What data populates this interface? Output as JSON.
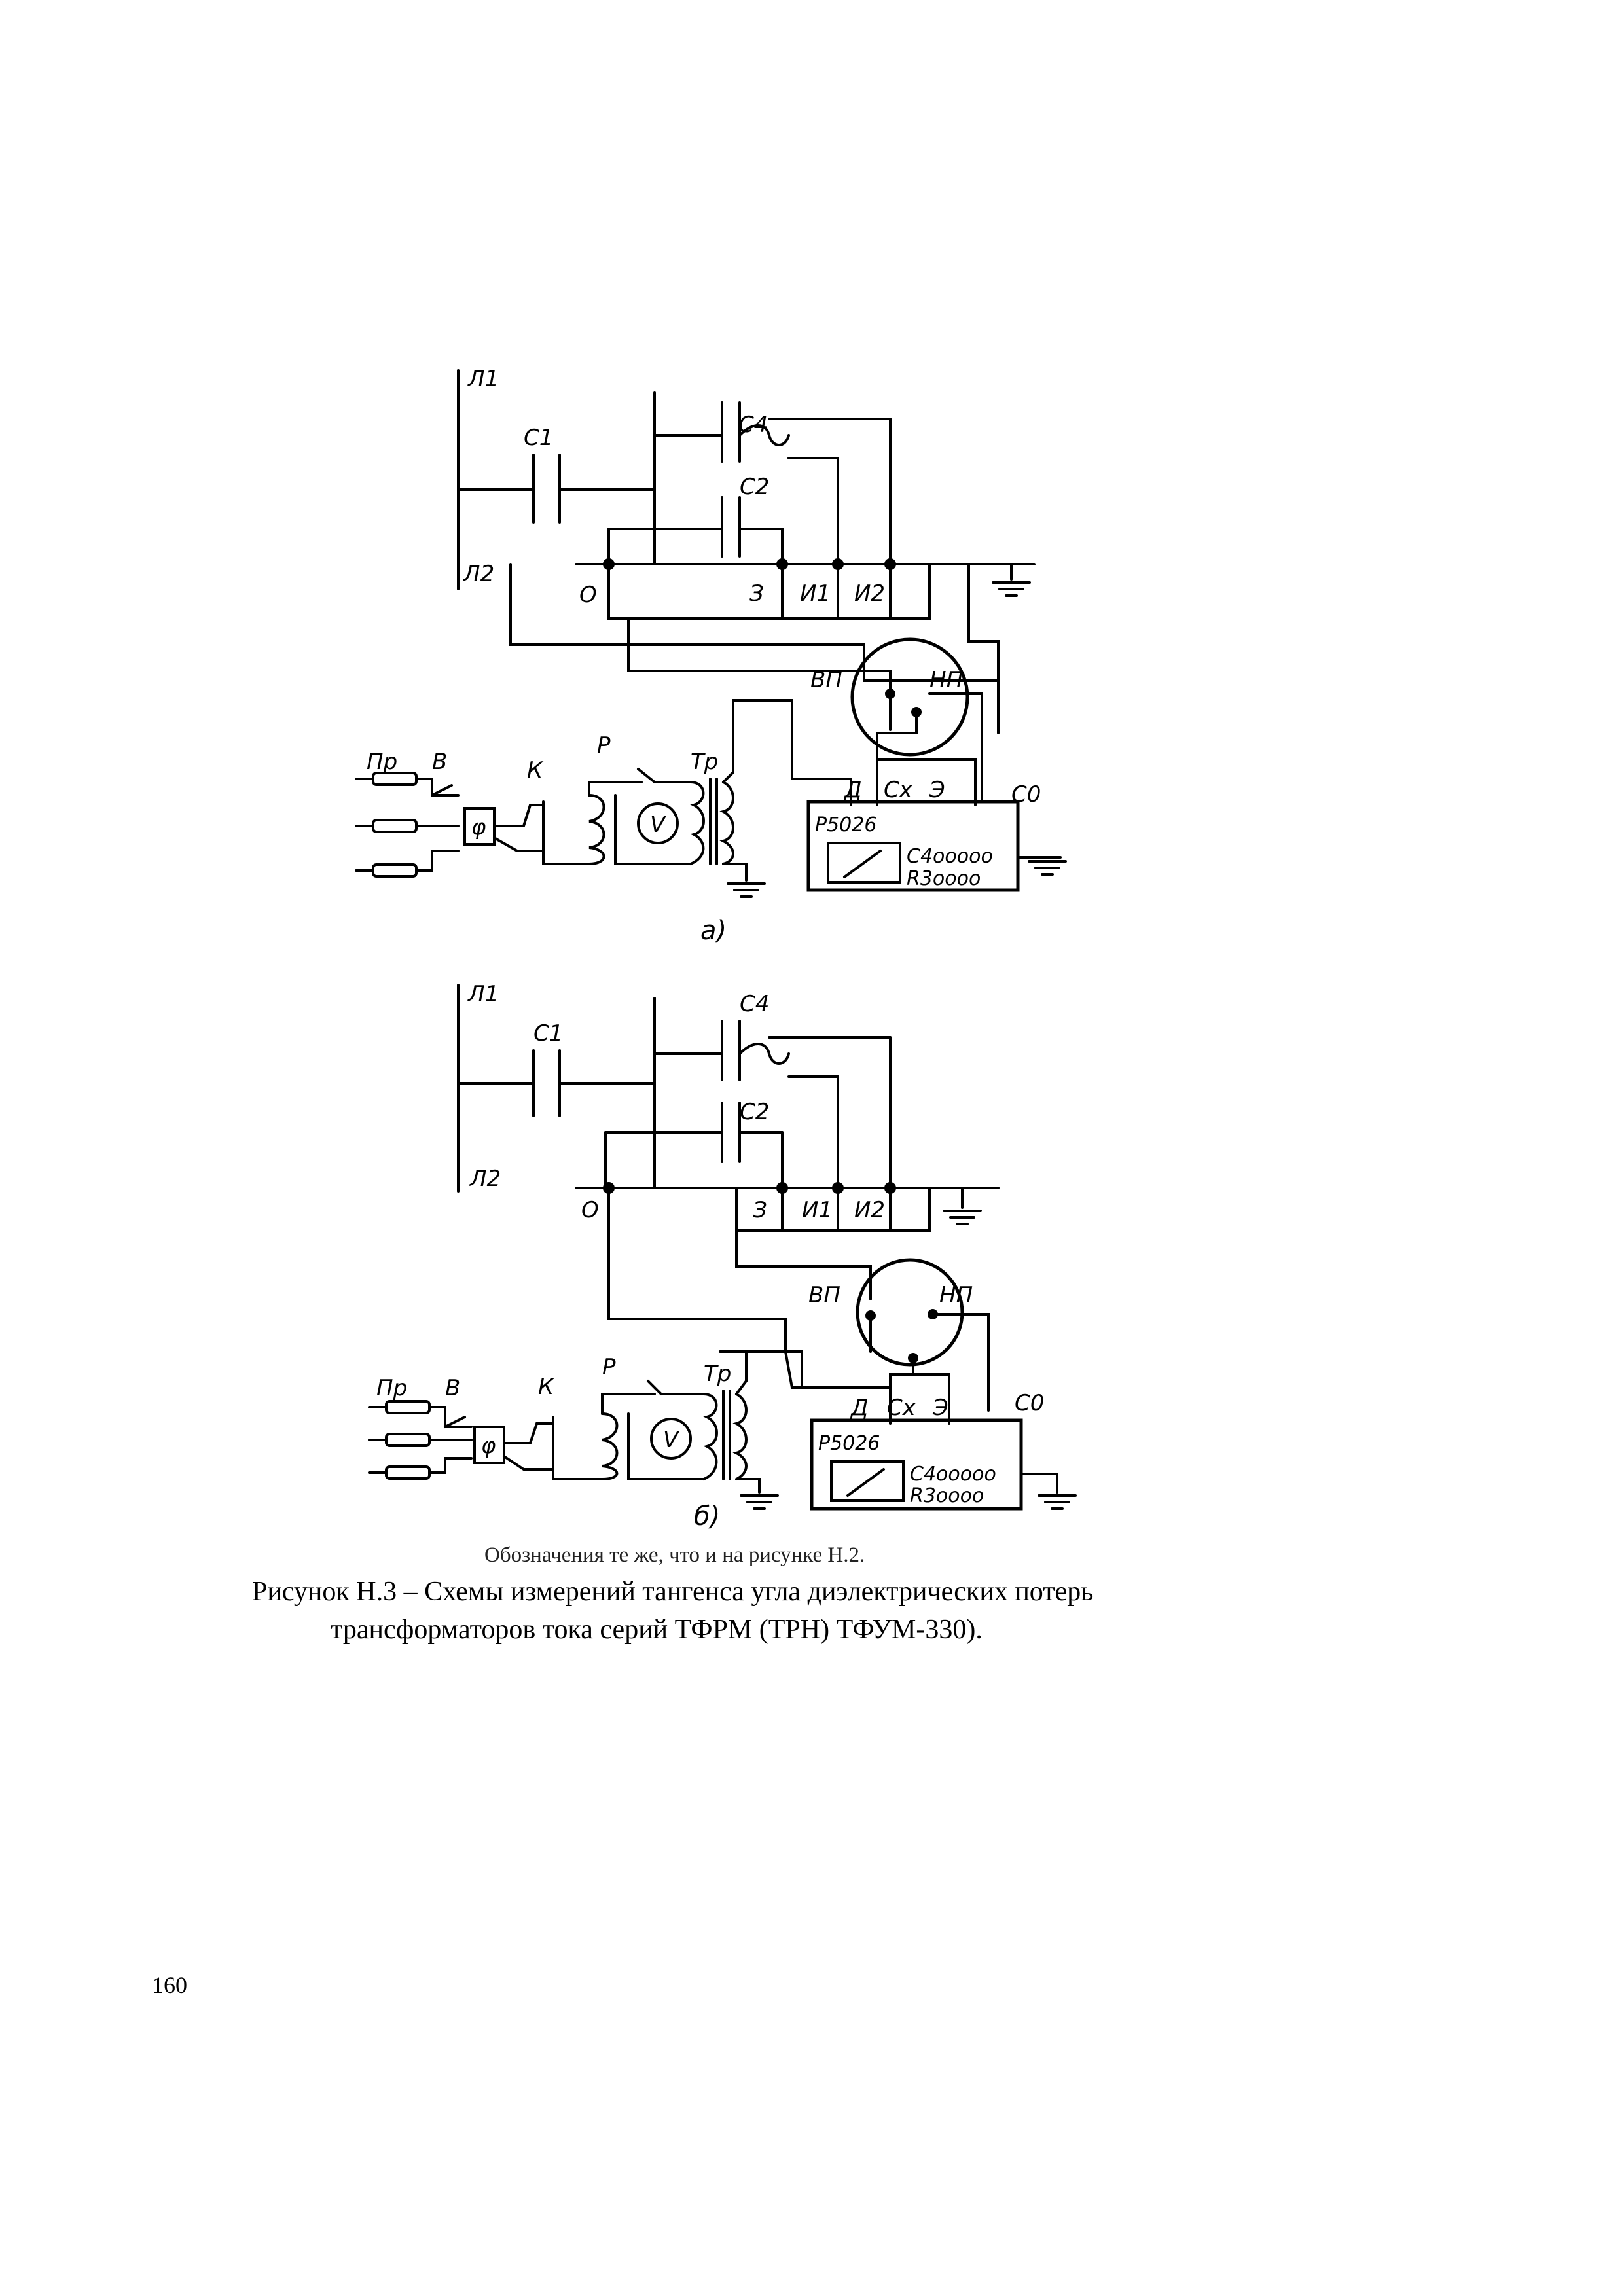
{
  "labels": {
    "L1": "Л1",
    "L2": "Л2",
    "C1": "С1",
    "C4": "С4",
    "C2": "С2",
    "O": "О",
    "Z": "З",
    "I1": "И1",
    "I2": "И2",
    "VP": "ВП",
    "NP": "НП",
    "Pr": "Пр",
    "V": "В",
    "K": "К",
    "R": "Р",
    "Tr": "Тр",
    "Vm": "V",
    "phi": "φ",
    "D": "Д",
    "Cx": "Сх",
    "E": "Э",
    "C0": "С0",
    "device": "Р5026",
    "dev_c": "С4ооооо",
    "dev_r": "R3оооо"
  },
  "subfigures": {
    "a": "а)",
    "b": "б)"
  },
  "note": "Обозначения те же, что и на рисунке Н.2.",
  "caption": {
    "line1": "Рисунок Н.3 – Схемы измерений тангенса угла диэлектрических потерь",
    "line2": "трансформаторов тока серий ТФРМ (ТРН) ТФУМ-330)."
  },
  "page_number": "160"
}
